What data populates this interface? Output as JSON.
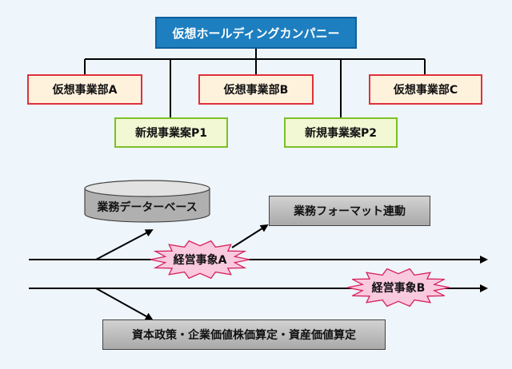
{
  "org": {
    "holding": "仮想ホールディングカンパニー",
    "divisions": [
      "仮想事業部A",
      "仮想事業部B",
      "仮想事業部C"
    ],
    "projects": [
      "新規事業案P1",
      "新規事業案P2"
    ]
  },
  "flow": {
    "database": "業務データーベース",
    "format_link": "業務フォーマット連動",
    "event_a": "経営事象A",
    "event_b": "経営事象B",
    "valuation": "資本政策・企業価値株価算定・資産価値算定"
  },
  "colors": {
    "holding_fill": "#1e7fc0",
    "division_border": "#e0303a",
    "project_border": "#7cc028",
    "event_fill": "#f9c9de",
    "event_border": "#d6225c"
  }
}
